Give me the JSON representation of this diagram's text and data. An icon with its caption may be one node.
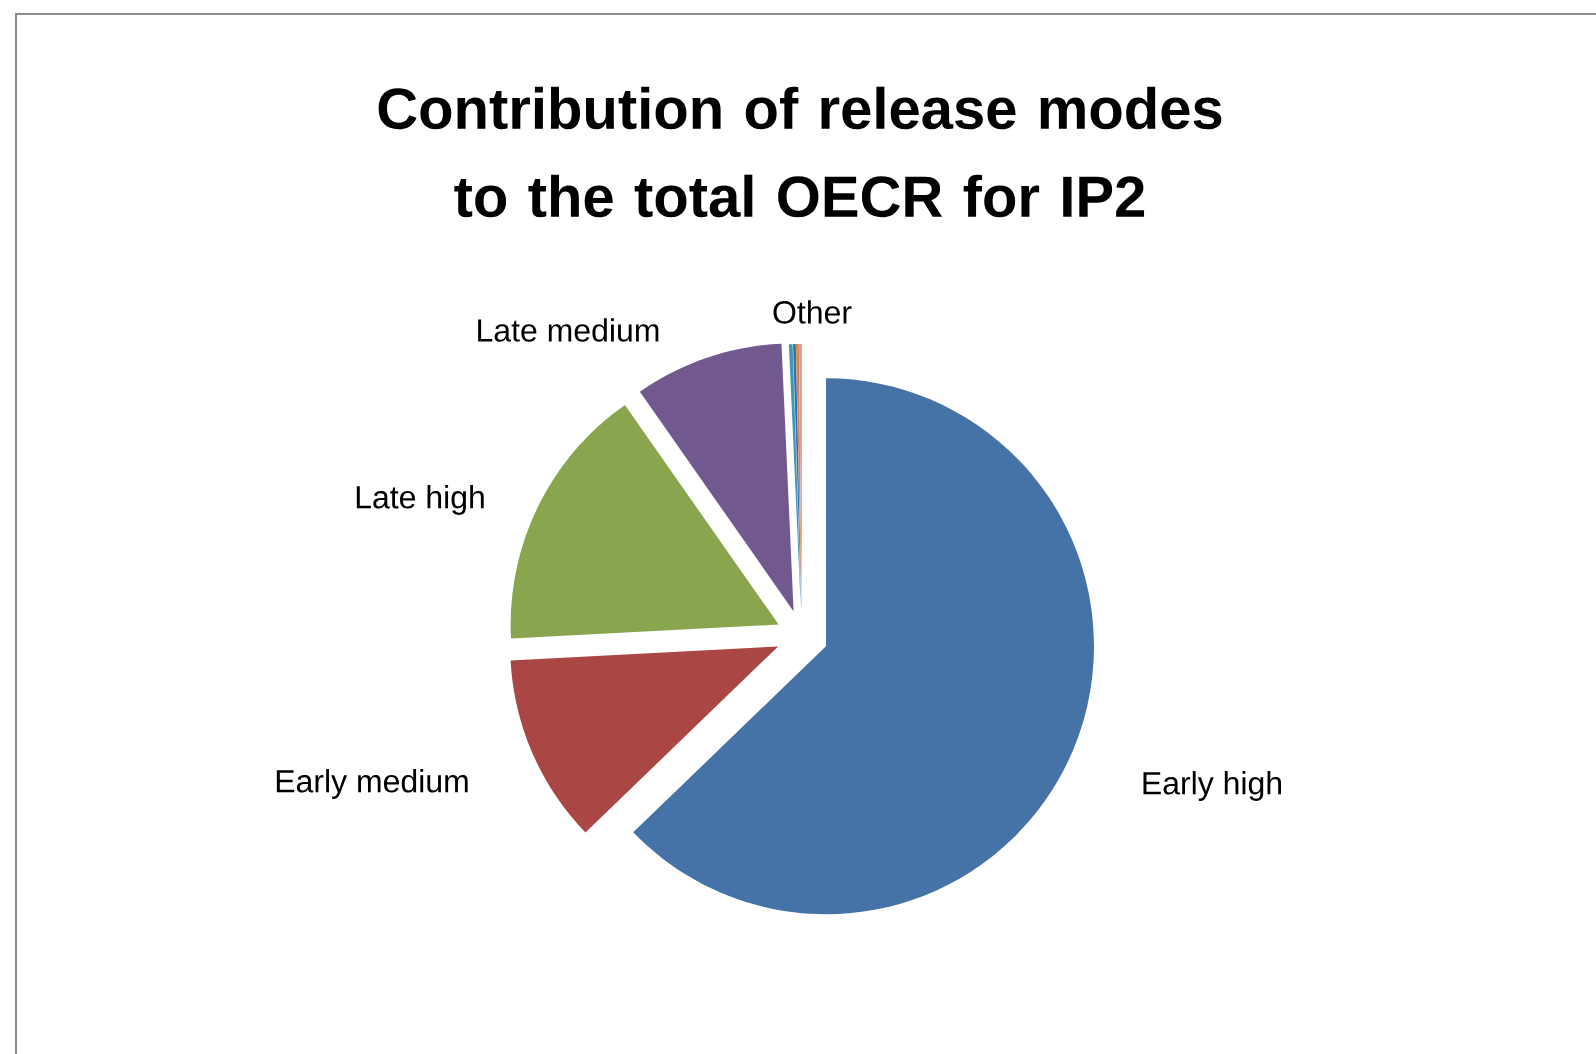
{
  "diagram": {
    "title": "Contribution of release modes to the total OECR for IP2",
    "labels": [
      "Other",
      "Late medium",
      "Late high",
      "Early medium",
      "Early high"
    ]
  }
}
